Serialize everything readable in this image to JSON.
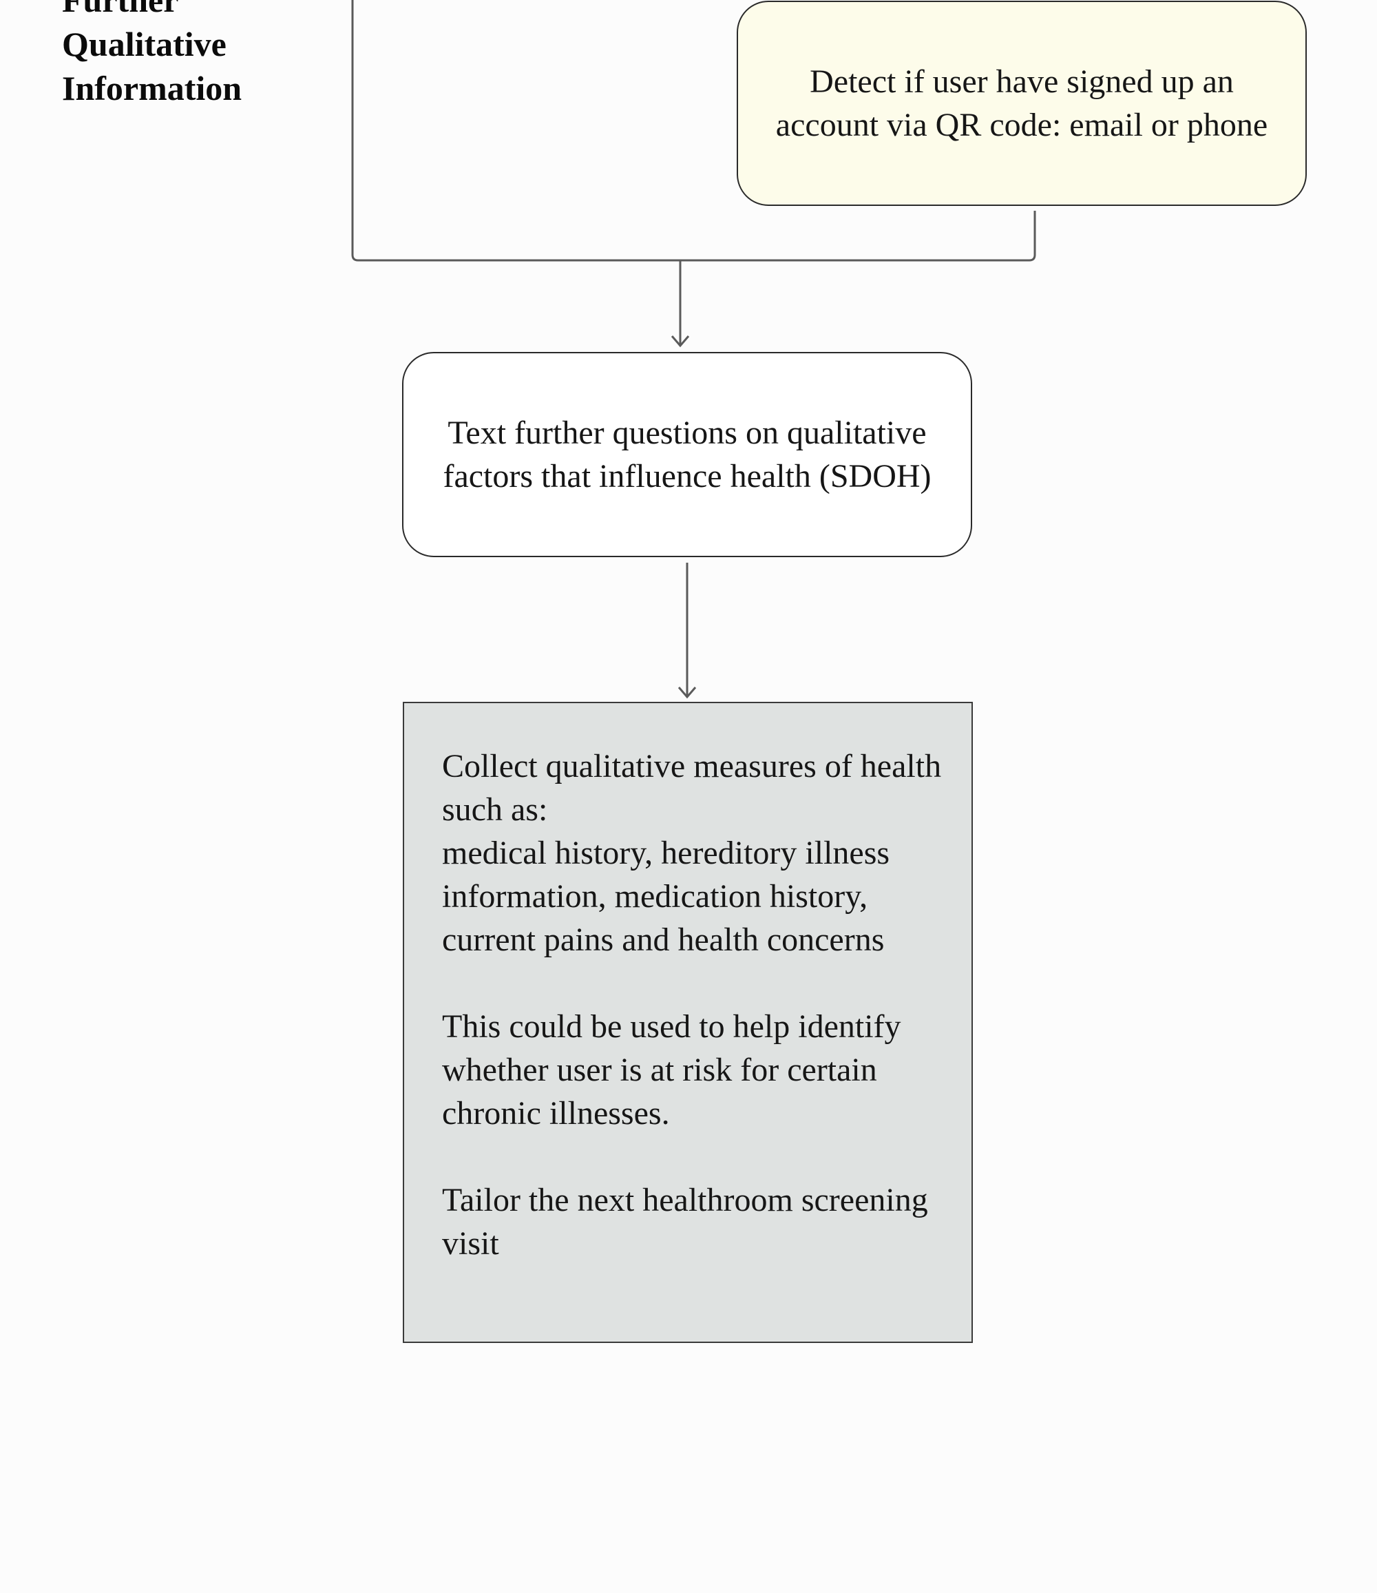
{
  "section": {
    "title_lines": [
      "Further",
      "Qualitative",
      "Information"
    ]
  },
  "nodes": {
    "detect": {
      "text": "Detect if user have signed up an account via QR code: email or phone",
      "fill": "#fdfcea"
    },
    "text_questions": {
      "text": "Text further questions on qualitative factors that influence health (SDOH)",
      "fill": "#ffffff"
    },
    "collect": {
      "paragraph_1_line_1": "Collect qualitative measures of health such as:",
      "paragraph_1_line_2": "medical history, hereditory illness information, medication history, current pains and health concerns",
      "paragraph_2": "This could be used to help identify whether user is at risk for certain chronic illnesses.",
      "paragraph_3": "Tailor the next healthroom screening visit",
      "fill": "#dfe2e1"
    }
  },
  "colors": {
    "background": "#fcfcfc",
    "connector": "#5a5a5a",
    "border": "#2a2a2a"
  }
}
